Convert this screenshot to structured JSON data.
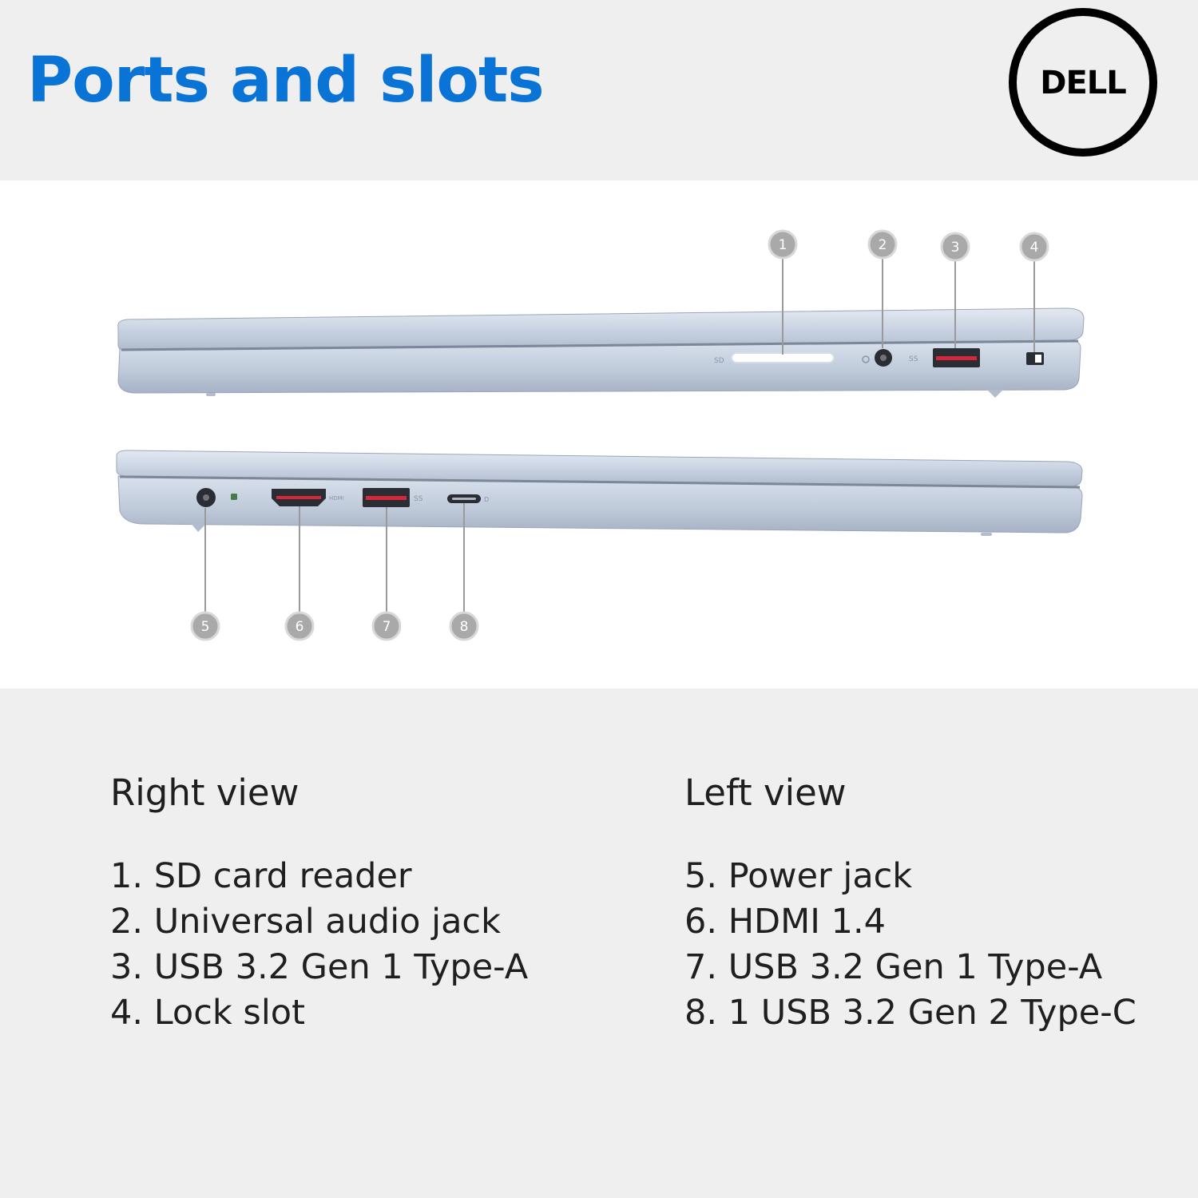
{
  "header": {
    "title": "Ports and slots",
    "logo_text": "DELL",
    "title_color": "#0a74d6"
  },
  "figure": {
    "callouts": [
      "1",
      "2",
      "3",
      "4",
      "5",
      "6",
      "7",
      "8"
    ],
    "port_labels": {
      "sd": "SD",
      "usb_top": "SS",
      "hdmi": "HDMI",
      "usb_bottom": "SS",
      "usbc": "D"
    }
  },
  "legend": {
    "right_view": {
      "heading": "Right view",
      "items": [
        "1. SD card reader",
        "2. Universal audio jack",
        "3. USB 3.2 Gen 1 Type-A",
        "4. Lock slot"
      ]
    },
    "left_view": {
      "heading": "Left view",
      "items": [
        "5. Power jack",
        "6. HDMI 1.4",
        "7. USB 3.2 Gen 1 Type-A",
        "8. 1 USB 3.2 Gen 2 Type-C"
      ]
    }
  },
  "colors": {
    "background": "#efefef",
    "laptop": "#c3cede",
    "callout_badge": "#a9a9a9"
  }
}
